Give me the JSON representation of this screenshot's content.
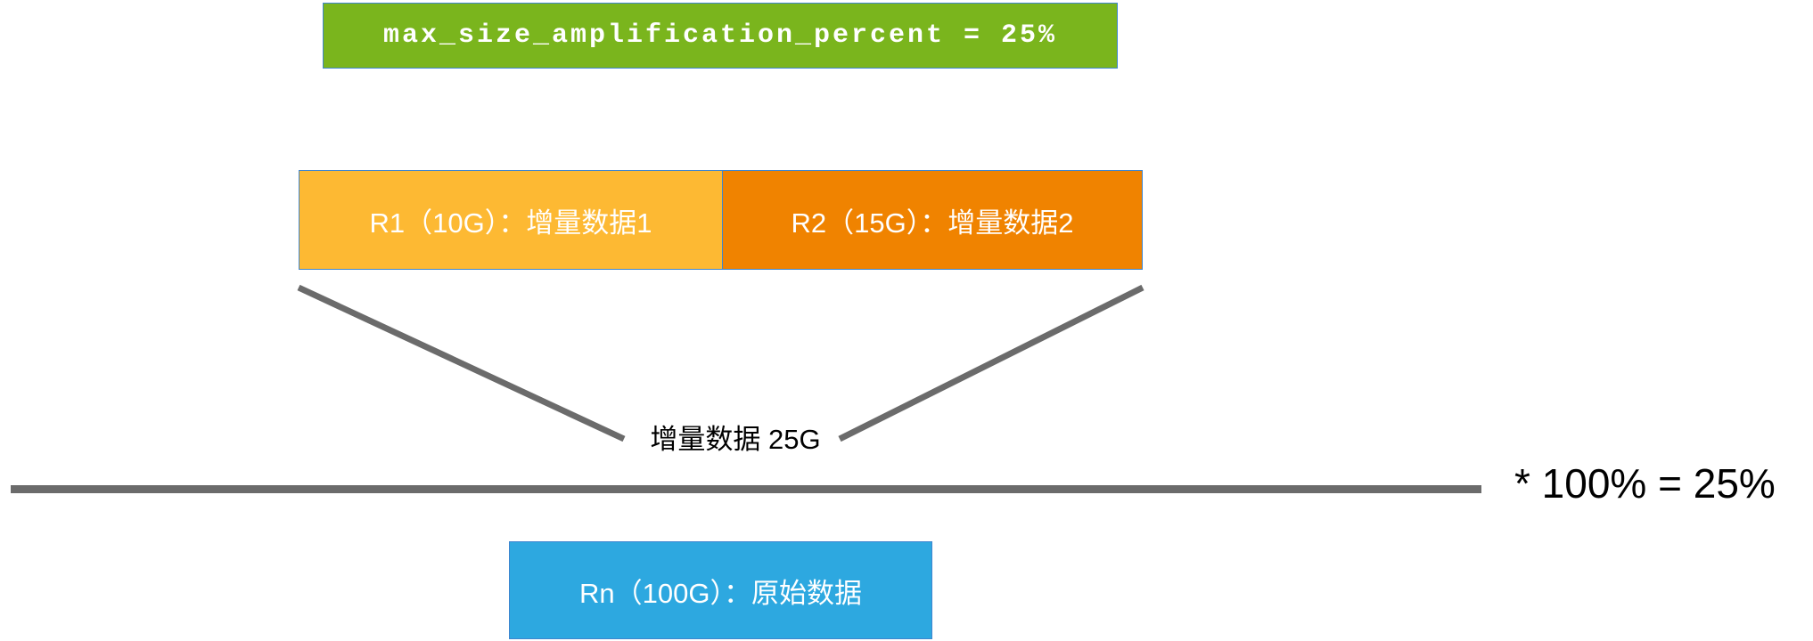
{
  "header": {
    "formula": "max_size_amplification_percent = 25%",
    "color": "#7AB51D"
  },
  "runs": {
    "r1": {
      "label": "R1（10G）：增量数据1",
      "color": "#FDB933"
    },
    "r2": {
      "label": "R2（15G）：增量数据2",
      "color": "#F08300"
    },
    "rn": {
      "label": "Rn（100G）：原始数据",
      "color": "#2DA8E0"
    }
  },
  "sum_label": "增量数据 25G",
  "ratio_label": "* 100% = 25%",
  "colors": {
    "line": "#6B6B6B"
  }
}
